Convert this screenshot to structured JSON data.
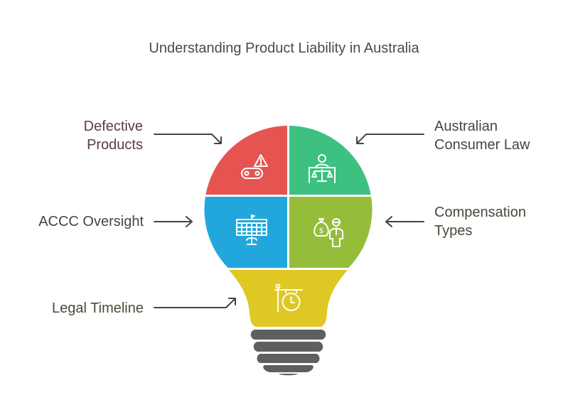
{
  "title": "Understanding Product Liability in Australia",
  "colors": {
    "defective": "#E55451",
    "consumer_law": "#3CC181",
    "accc": "#22A7DC",
    "compensation": "#96BD3A",
    "timeline": "#DFC724",
    "base": "#5F5F5F",
    "arrow": "#444444"
  },
  "segments": [
    {
      "id": "defective-products",
      "label_lines": [
        "Defective",
        "Products"
      ],
      "icon": "conveyor-warning-icon",
      "color": "#E55451",
      "label_color": "#5a3e3e"
    },
    {
      "id": "australian-consumer-law",
      "label_lines": [
        "Australian",
        "Consumer Law"
      ],
      "icon": "judge-scales-icon",
      "color": "#3CC181",
      "label_color": "#3e4a44"
    },
    {
      "id": "accc-oversight",
      "label_lines": [
        "ACCC Oversight"
      ],
      "icon": "government-building-icon",
      "color": "#22A7DC",
      "label_color": "#3e4650"
    },
    {
      "id": "compensation-types",
      "label_lines": [
        "Compensation",
        "Types"
      ],
      "icon": "money-bag-person-icon",
      "color": "#96BD3A",
      "label_color": "#444a3a"
    },
    {
      "id": "legal-timeline",
      "label_lines": [
        "Legal Timeline"
      ],
      "icon": "hanging-clock-icon",
      "color": "#DFC724",
      "label_color": "#4a4a38"
    }
  ]
}
